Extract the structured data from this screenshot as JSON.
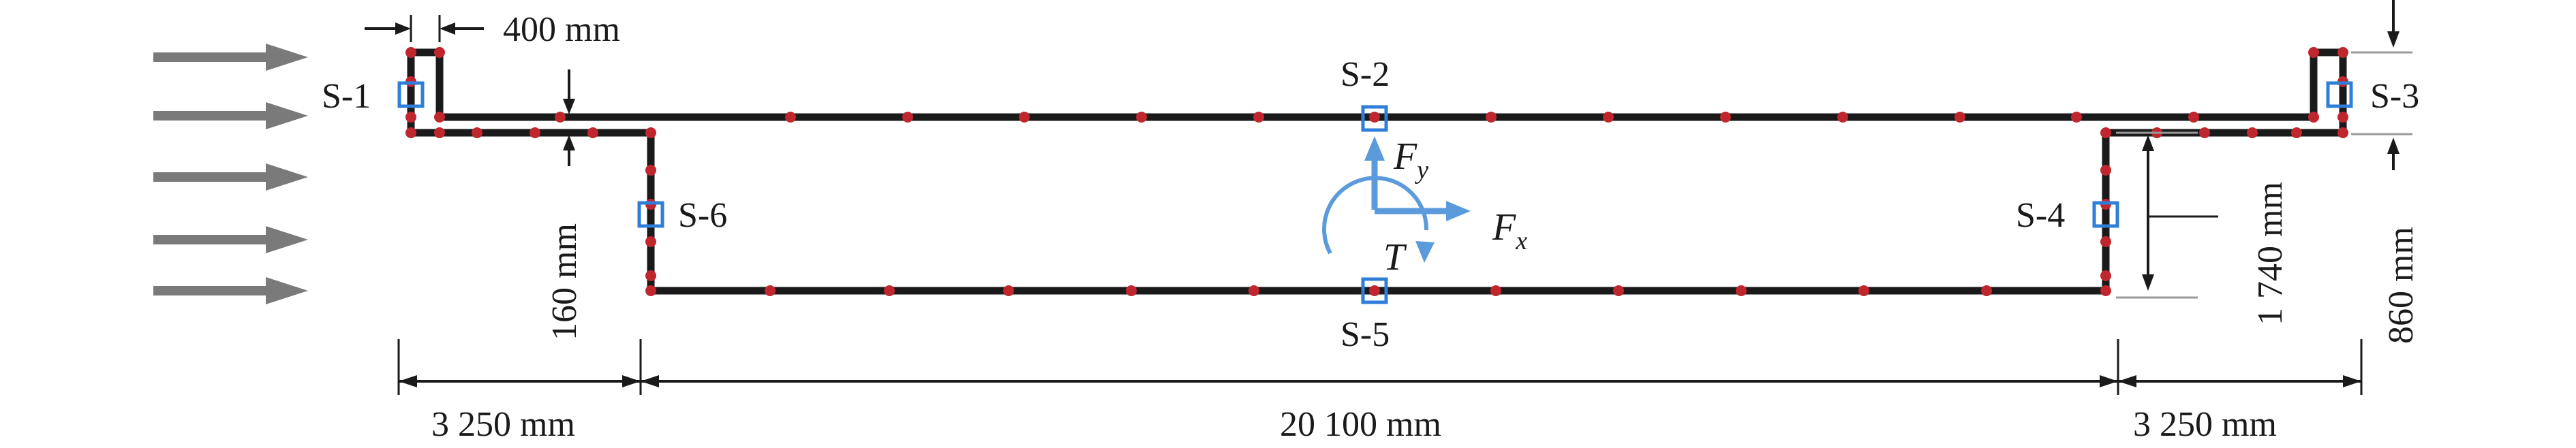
{
  "dimensions": {
    "top_gap": "400 mm",
    "lip_height": "160 mm",
    "span_left": "3 250 mm",
    "span_middle": "20 100 mm",
    "span_right": "3 250 mm",
    "depth_inner": "1 740 mm",
    "depth_right": "860 mm"
  },
  "sensors": [
    {
      "id": "s1",
      "label": "S-1"
    },
    {
      "id": "s2",
      "label": "S-2"
    },
    {
      "id": "s3",
      "label": "S-3"
    },
    {
      "id": "s4",
      "label": "S-4"
    },
    {
      "id": "s5",
      "label": "S-5"
    },
    {
      "id": "s6",
      "label": "S-6"
    }
  ],
  "forces": {
    "fx_base": "F",
    "fx_sub": "x",
    "fy_base": "F",
    "fy_sub": "y",
    "torque": "T"
  },
  "colors": {
    "outline": "#1a1a1a",
    "node": "#c0262d",
    "sensor_box": "#2f7fd8",
    "force": "#5b9bdc",
    "wind_arrow": "#7a7a7a"
  },
  "icons": {
    "wind": "arrow-right-icon",
    "sensor": "square-marker-icon",
    "node": "dot-icon"
  }
}
